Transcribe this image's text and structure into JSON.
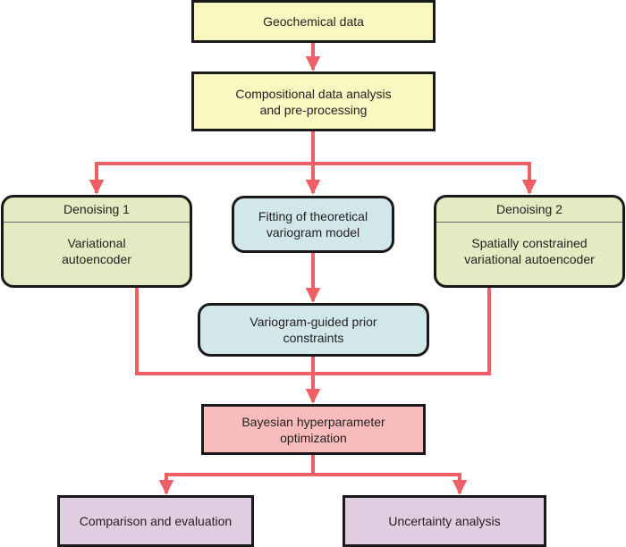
{
  "colors": {
    "arrow": "#ee5f66",
    "border": "#1a1a1a",
    "input": "#fbf7c0",
    "denoising": "#e3ebc2",
    "variogram": "#d1e7ea",
    "optimization": "#f9bcbc",
    "output": "#e0cde2"
  },
  "nodes": {
    "geochemical_data": "Geochemical data",
    "compositional": "Compositional data analysis\nand pre-processing",
    "denoising1": {
      "header": "Denoising 1",
      "body": "Variational\nautoencoder"
    },
    "fitting": "Fitting of theoretical\nvariogram model",
    "denoising2": {
      "header": "Denoising 2",
      "body": "Spatially constrained\nvariational autoencoder"
    },
    "variogram_prior": "Variogram-guided prior\nconstraints",
    "bayesian": "Bayesian hyperparameter\noptimization",
    "comparison": "Comparison and evaluation",
    "uncertainty": "Uncertainty analysis"
  }
}
